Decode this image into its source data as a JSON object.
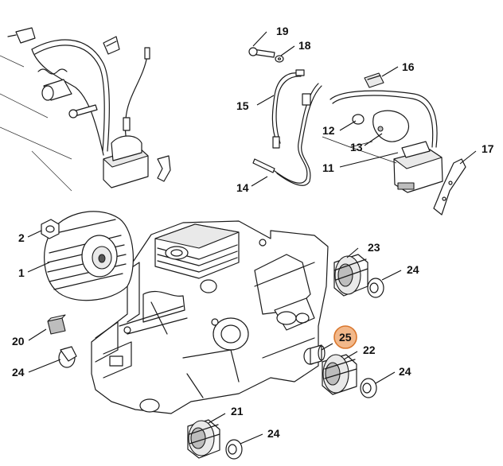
{
  "highlight_color": "#f2b88a",
  "highlight_stroke": "#d9772e",
  "parts": {
    "p1": "1",
    "p2": "2",
    "p11": "11",
    "p12": "12",
    "p13": "13",
    "p14": "14",
    "p15": "15",
    "p16": "16",
    "p17": "17",
    "p18": "18",
    "p19": "19",
    "p20": "20",
    "p21": "21",
    "p22": "22",
    "p23": "23",
    "p24a": "24",
    "p24b": "24",
    "p24c": "24",
    "p24d": "24",
    "p25": "25"
  },
  "highlighted_part": "25"
}
